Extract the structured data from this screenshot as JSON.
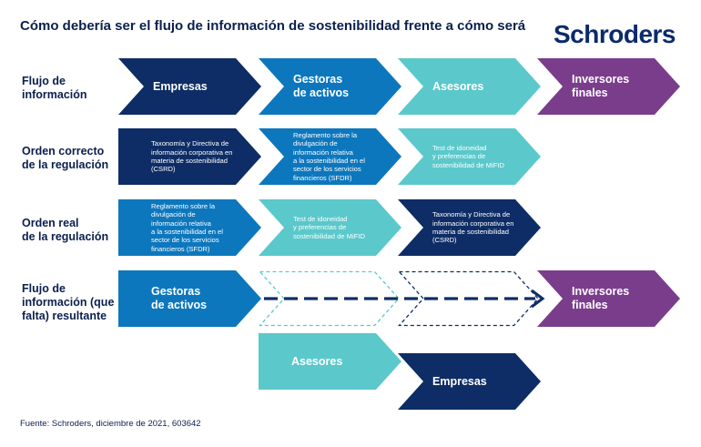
{
  "title": "Cómo debería ser el flujo de información de sostenibilidad frente a cómo será",
  "logo": "Schroders",
  "colors": {
    "navy": "#0e2d66",
    "blue": "#0d77bd",
    "teal": "#5bc8cb",
    "purple": "#7a3d8c",
    "arrow": "#0e2d66"
  },
  "rows": [
    {
      "label": "Flujo de\ninformación"
    },
    {
      "label": "Orden correcto\nde la regulación"
    },
    {
      "label": "Orden real\nde la regulación"
    },
    {
      "label": "Flujo de\ninformación (que\nfalta) resultante"
    }
  ],
  "row1": {
    "c1": "Empresas",
    "c2": "Gestoras\nde activos",
    "c3": "Asesores",
    "c4": "Inversores\nfinales"
  },
  "row2": {
    "c1": "Taxonomía y Directiva de\ninformación corporativa en\nmateria de sostenibilidad\n(CSRD)",
    "c2": "Reglamento sobre la\ndivulgación de\ninformación relativa\na la sostenibilidad en el\nsector de los servicios\nfinancieros (SFDR)",
    "c3": "Test de idoneidad\ny preferencias de\nsostenibilidad de MiFID"
  },
  "row3": {
    "c1": "Reglamento sobre la\ndivulgación de\ninformación relativa\na la sostenibilidad en el\nsector de los servicios\nfinancieros (SFDR)",
    "c2": "Test de idoneidad\ny preferencias de\nsostenibilidad de MiFID",
    "c3": "Taxonomía y Directiva de\ninformación corporativa en\nmateria de sostenibilidad\n(CSRD)"
  },
  "row4": {
    "c1": "Gestoras\nde activos",
    "c4": "Inversores\nfinales"
  },
  "row5": {
    "c2": "Asesores",
    "c3": "Empresas"
  },
  "footer": "Fuente: Schroders, diciembre de 2021, 603642"
}
